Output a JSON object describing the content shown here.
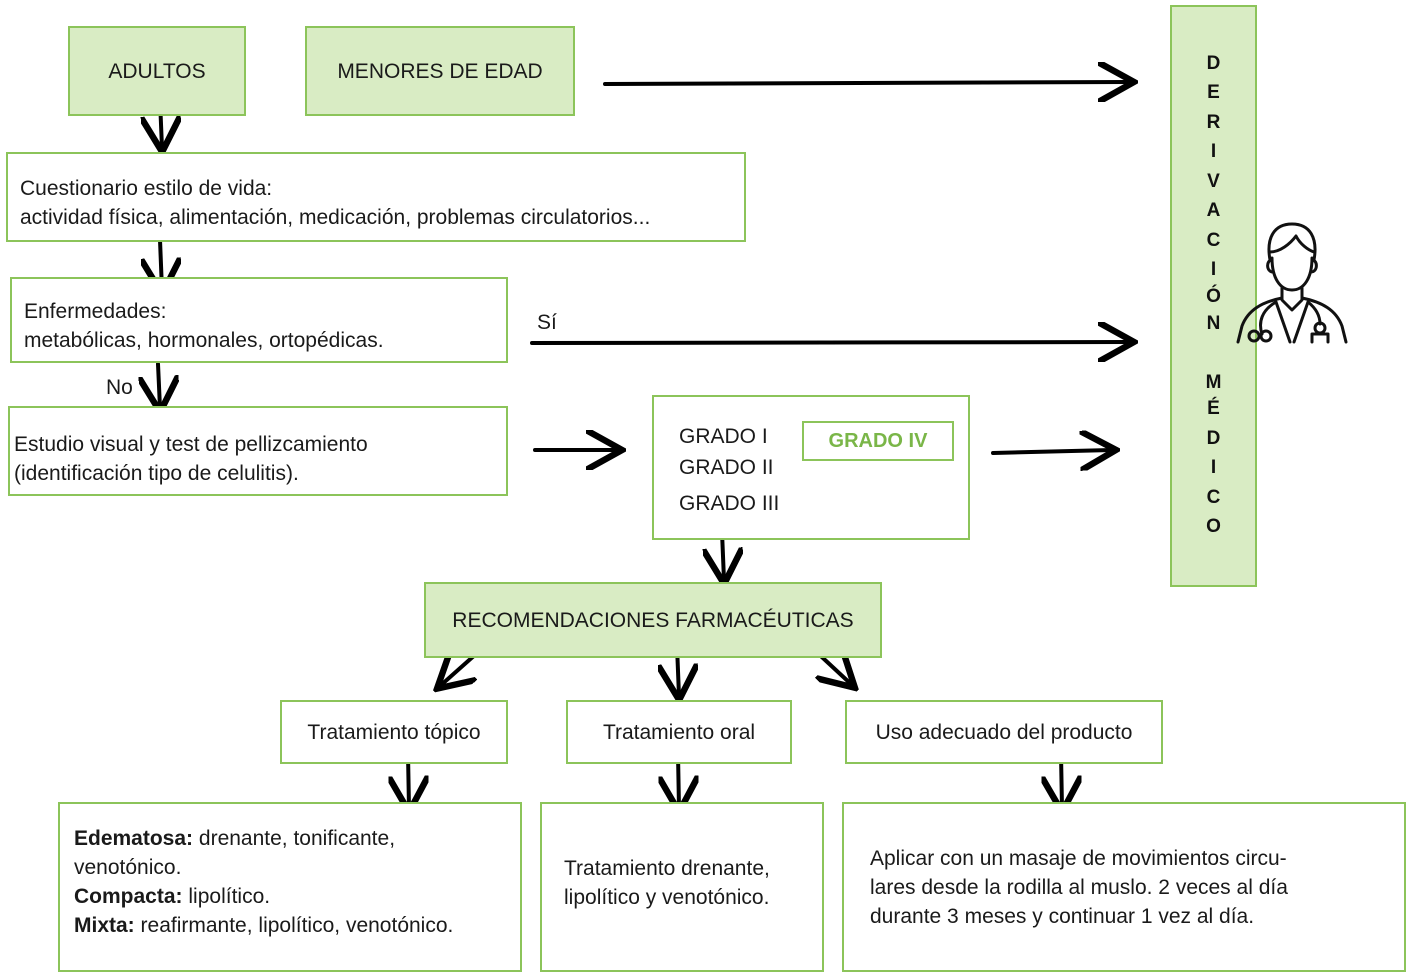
{
  "boxes": {
    "adultos": "ADULTOS",
    "menores": "MENORES DE EDAD",
    "cuestionario_line1": "Cuestionario estilo de vida:",
    "cuestionario_line2": "actividad física, alimentación, medicación, problemas circulatorios...",
    "enfermedades_line1": "Enfermedades:",
    "enfermedades_line2": "metabólicas, hormonales, ortopédicas.",
    "estudio_line1": "Estudio visual y test de pellizcamiento",
    "estudio_line2": "(identificación tipo de celulitis).",
    "grados": [
      "GRADO I",
      "GRADO II",
      "GRADO III"
    ],
    "grado_iv": "GRADO IV",
    "recomendaciones": "RECOMENDACIONES FARMACÉUTICAS",
    "topico": "Tratamiento tópico",
    "oral": "Tratamiento oral",
    "uso": "Uso adecuado del producto",
    "topico_detail": {
      "edematosa_label": "Edematosa:",
      "edematosa_text": "drenante, tonificante, venotónico.",
      "compacta_label": "Compacta:",
      "compacta_text": "lipolítico.",
      "mixta_label": "Mixta:",
      "mixta_text": "reafirmante, lipolítico, venotónico."
    },
    "oral_detail_line1": "Tratamiento drenante,",
    "oral_detail_line2": "lipolítico y venotónico.",
    "uso_detail_line1": "Aplicar con un masaje de movimientos circu-",
    "uso_detail_line2": "lares desde la rodilla al muslo. 2 veces al día",
    "uso_detail_line3": "durante 3 meses y continuar 1 vez al día."
  },
  "labels": {
    "si": "Sí",
    "no": "No"
  },
  "derivacion": {
    "word1": [
      "D",
      "E",
      "R",
      "I",
      "V",
      "A",
      "C",
      "I",
      "Ó",
      "N"
    ],
    "word2": [
      "M",
      "É",
      "D",
      "I",
      "C",
      "O"
    ]
  },
  "icons": {
    "doctor": "doctor-icon"
  },
  "colors": {
    "border": "#8cc45a",
    "fill": "#d9ecc4",
    "accent_text": "#7ab648"
  }
}
